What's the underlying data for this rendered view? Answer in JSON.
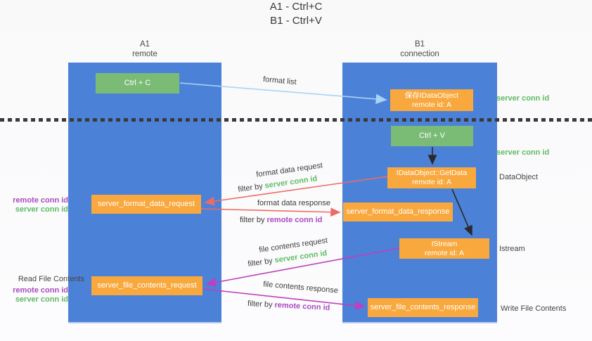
{
  "title": {
    "line1": "A1 - Ctrl+C",
    "line2": "B1 - Ctrl+V"
  },
  "columns": {
    "left": {
      "name": "A1",
      "role": "remote"
    },
    "right": {
      "name": "B1",
      "role": "connection"
    }
  },
  "nodes": {
    "ctrl_c": {
      "label": "Ctrl + C"
    },
    "save_idataobject": {
      "line1": "保存IDataObject",
      "line2": "remote id: A"
    },
    "ctrl_v": {
      "label": "Ctrl + V"
    },
    "getdata": {
      "line1": "IDataObject::GetData",
      "line2": "remote id: A"
    },
    "format_request": {
      "label": "server_format_data_request"
    },
    "format_response": {
      "label": "server_format_data_response"
    },
    "istream": {
      "line1": "IStream",
      "line2": "remote id: A"
    },
    "file_request": {
      "label": "server_file_contents_request"
    },
    "file_response": {
      "label": "server_file_contents_response"
    }
  },
  "side_labels": {
    "server_conn_id_top": "server conn id",
    "server_conn_id_mid": "server conn id",
    "dataobject": "DataObject",
    "istream": "Istream",
    "read_file_contents": "Read File Contents",
    "write_file_contents": "Write File Contents",
    "format_remote_conn_id": "remote conn id",
    "format_server_conn_id": "server conn id",
    "file_remote_conn_id": "remote conn id",
    "file_server_conn_id": "server conn id"
  },
  "arrows": {
    "format_list": "format list",
    "format_data_request": "format data request",
    "format_data_response": "format data response",
    "file_contents_request": "file contents request",
    "file_contents_response": "file contents response",
    "filter_by": "filter by",
    "server_conn_id": "server conn id",
    "remote_conn_id": "remote conn id"
  },
  "colors": {
    "column_blue": "#4c81d8",
    "node_green": "#7abc76",
    "node_orange": "#f8a83d",
    "arrow_red": "#ed6b66",
    "arrow_magenta": "#bf3fbf",
    "arrow_light_blue": "#a9d3f5",
    "arrow_black": "#2a2a2a",
    "text_green": "#5fbb63",
    "text_purple": "#aa4bbf",
    "text_dark": "#3c3c3c"
  }
}
